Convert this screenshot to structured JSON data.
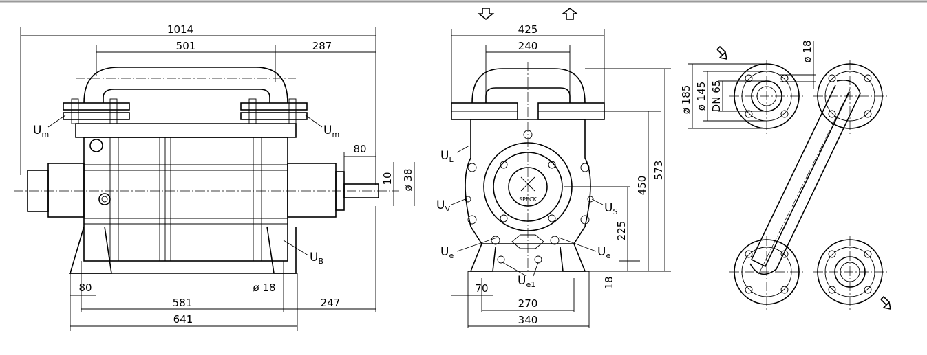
{
  "side_view": {
    "dimensions": {
      "overall_length": "1014",
      "top_span": "501",
      "right_top": "287",
      "shaft_extension": "80",
      "shaft_dia": "ø 38",
      "shaft_offset": "10",
      "foot_left": "80",
      "foot_hole": "ø 18",
      "foot_spacing": "581",
      "right_bottom": "247",
      "base_length": "641"
    },
    "labels": {
      "um_left_main": "U",
      "um_left_sub": "m",
      "um_right_main": "U",
      "um_right_sub": "m",
      "ub_main": "U",
      "ub_sub": "B"
    }
  },
  "front_view": {
    "dimensions": {
      "width_top": "425",
      "flange_spacing": "240",
      "height_total": "573",
      "height_flange": "450",
      "shaft_height": "225",
      "foot_height": "18",
      "foot_width": "70",
      "hole_spacing": "270",
      "base_width": "340"
    },
    "labels": {
      "ul_main": "U",
      "ul_sub": "L",
      "uv_main": "U",
      "uv_sub": "V",
      "us_main": "U",
      "us_sub": "S",
      "ue_left_main": "U",
      "ue_left_sub": "e",
      "ue_right_main": "U",
      "ue_right_sub": "e",
      "ue1_main": "U",
      "ue1_sub": "e1"
    },
    "logo_text": "SPECK"
  },
  "flange_view": {
    "dimensions": {
      "outer_dia": "ø 185",
      "bolt_circle": "ø 145",
      "nominal": "DN 65",
      "bolt_hole": "ø 18"
    }
  }
}
